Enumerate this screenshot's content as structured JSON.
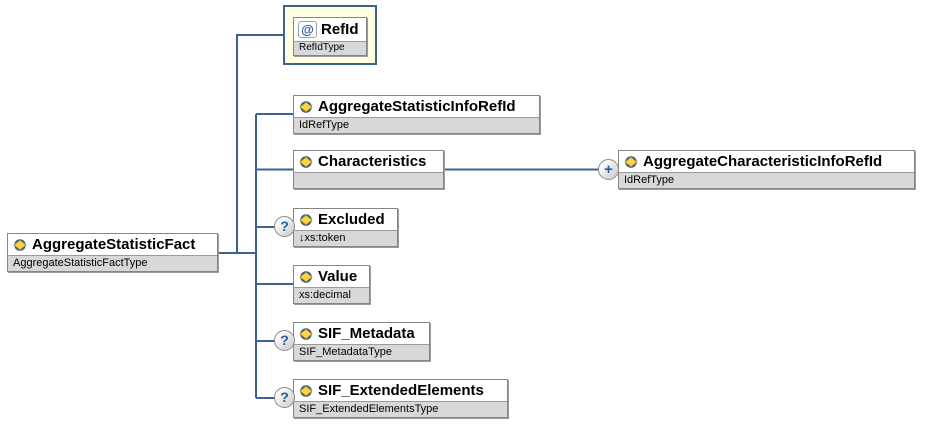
{
  "diagram": {
    "root": {
      "name": "AggregateStatisticFact",
      "type": "AggregateStatisticFactType"
    },
    "attribute": {
      "icon_glyph": "@",
      "name": "RefId",
      "type": "RefIdType"
    },
    "children": [
      {
        "name": "AggregateStatisticInfoRefId",
        "type": "IdRefType"
      },
      {
        "name": "Characteristics",
        "type": ""
      },
      {
        "name": "Excluded",
        "type": "↓xs:token"
      },
      {
        "name": "Value",
        "type": "xs:decimal"
      },
      {
        "name": "SIF_Metadata",
        "type": "SIF_MetadataType"
      },
      {
        "name": "SIF_ExtendedElements",
        "type": "SIF_ExtendedElementsType"
      }
    ],
    "expansion": {
      "name": "AggregateCharacteristicInfoRefId",
      "type": "IdRefType"
    },
    "badges": {
      "optional_glyph": "?",
      "expand_glyph": "+"
    },
    "colors": {
      "connector": "#3a648f",
      "attribute_block_bg": "#fffee1",
      "attribute_block_border": "#3a648f",
      "node_type_bg": "#d8d8d8",
      "badge_glyph": "#2a5d9b"
    }
  }
}
